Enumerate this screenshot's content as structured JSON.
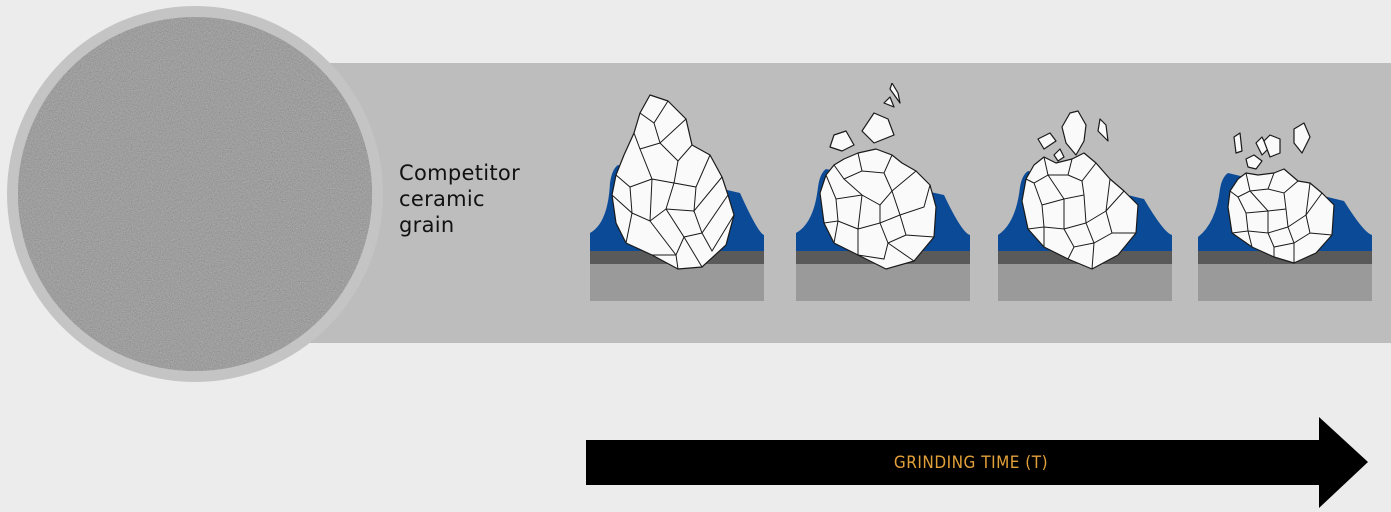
{
  "grain_label": [
    "Competitor",
    "ceramic",
    "grain"
  ],
  "axis_label": "GRINDING TIME (T)",
  "colors": {
    "background": "#ececec",
    "band": "#bdbdbd",
    "bond": "#0b4a96",
    "substrate": "#5a5a5a",
    "backing": "#9a9a9a",
    "arrow": "#000000",
    "axis_text": "#e2a03a"
  },
  "icons": [
    "ceramic-micrograph-image",
    "abrasive-grain-wear-stage",
    "time-arrow-icon"
  ]
}
